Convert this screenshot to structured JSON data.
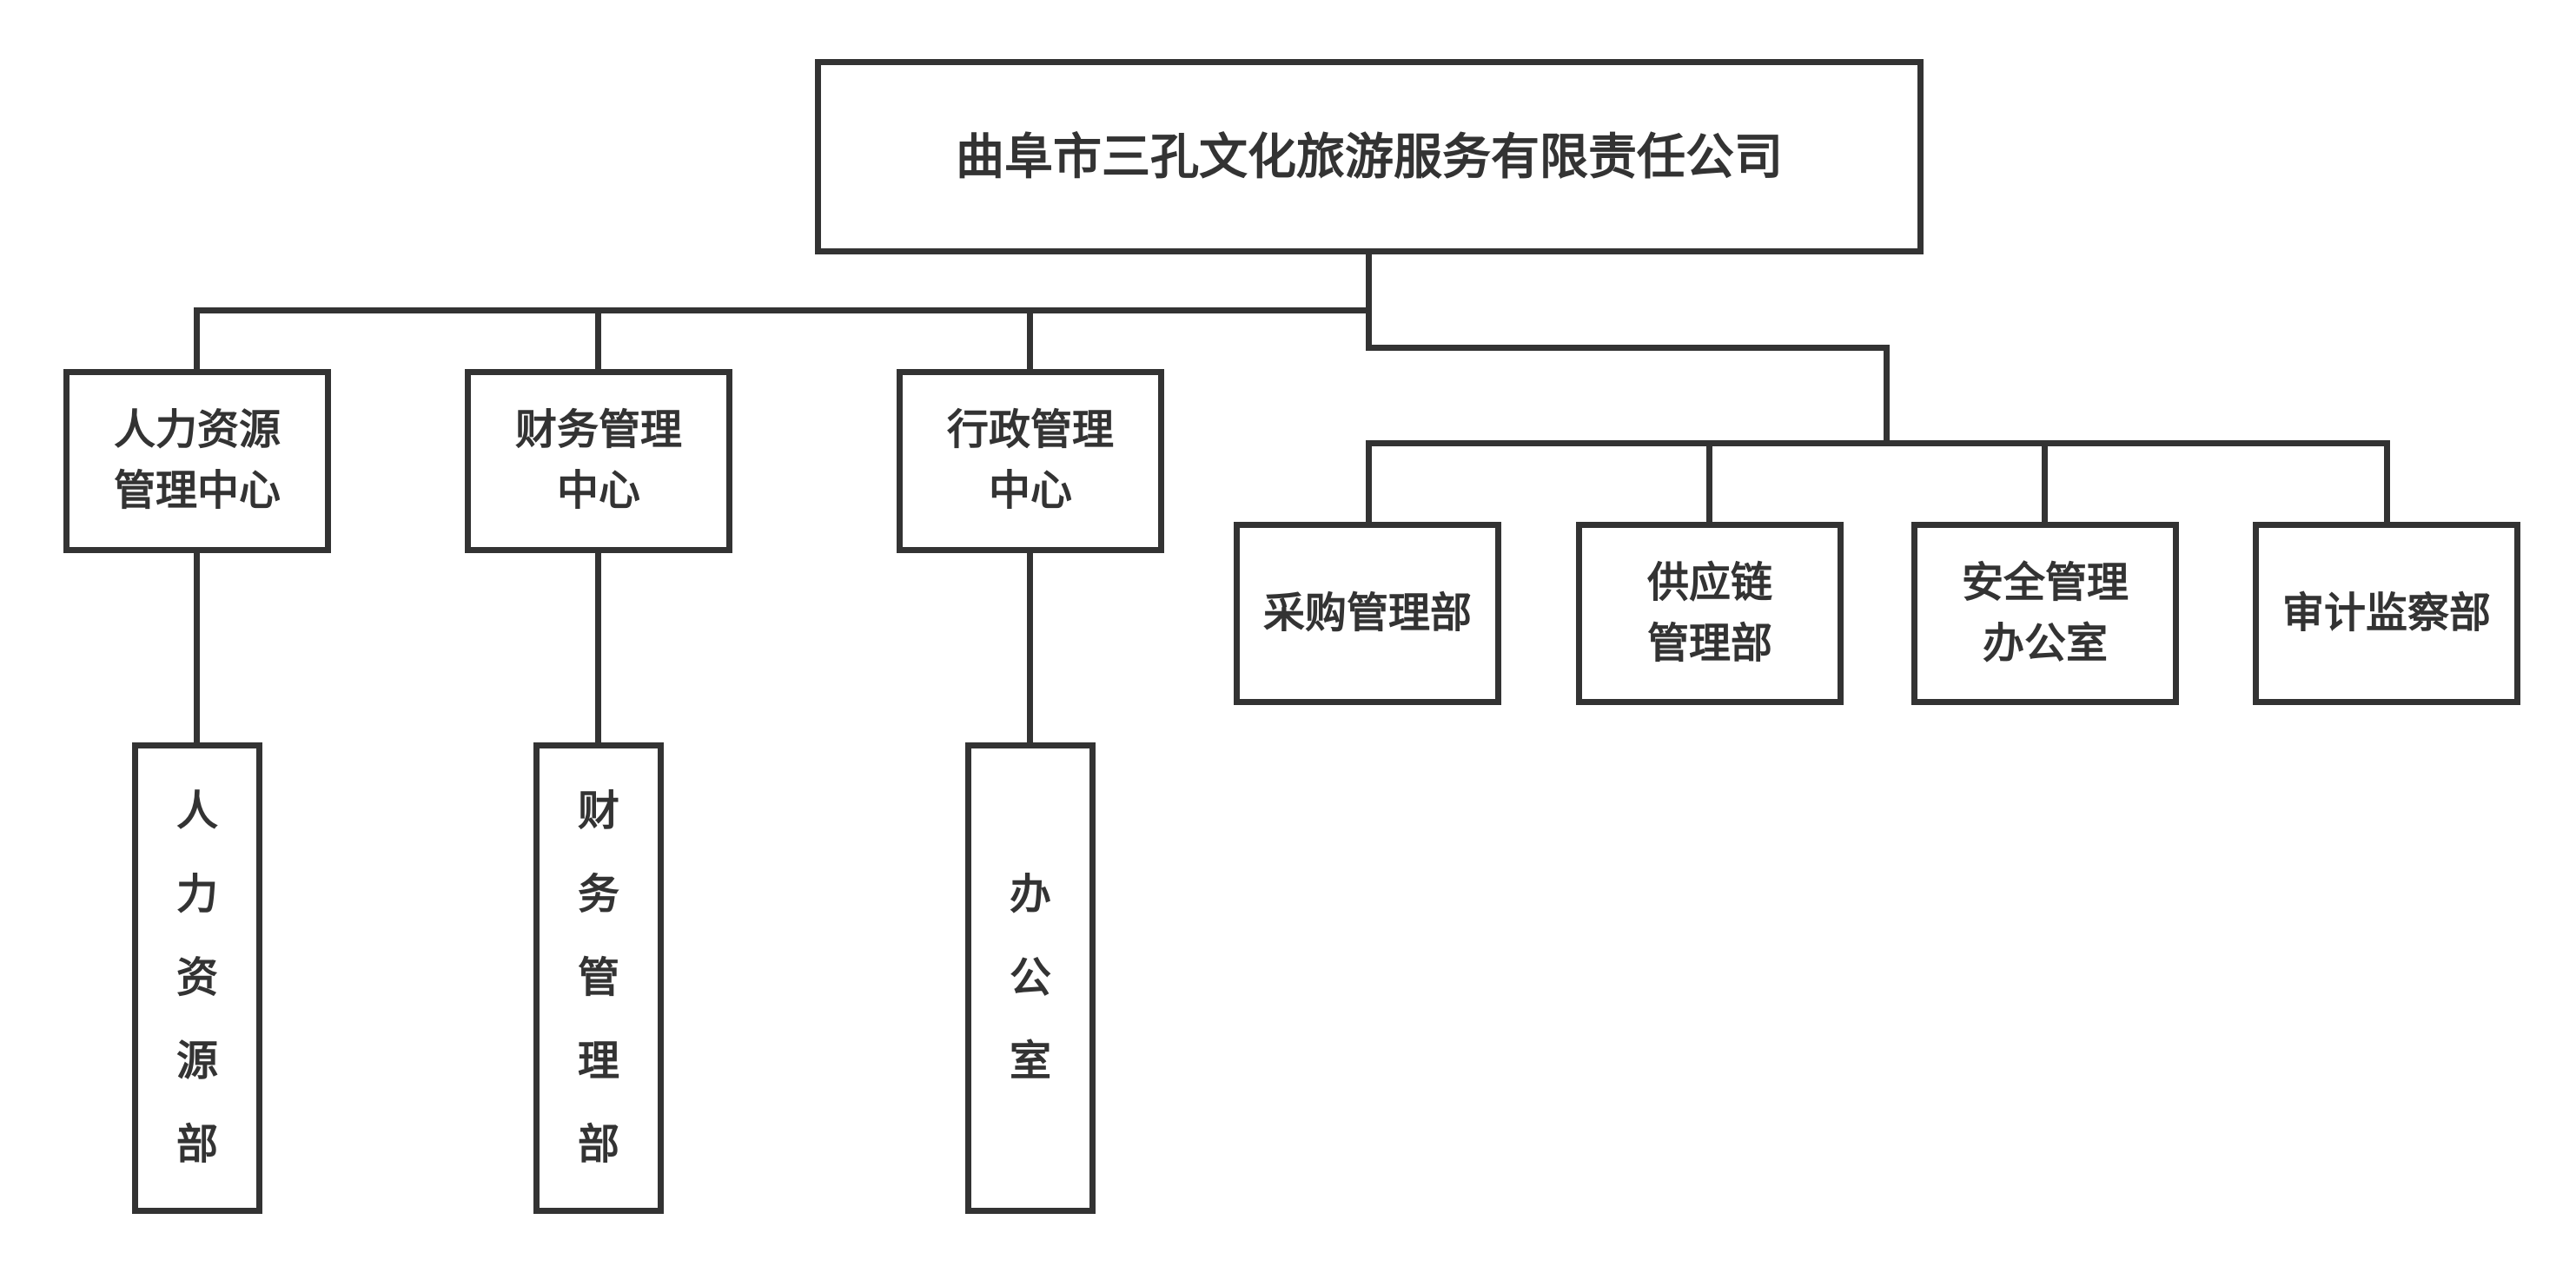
{
  "diagram": {
    "type": "org-chart",
    "background_color": "#ffffff",
    "line_color": "#333333",
    "text_color": "#333333",
    "nodes": {
      "root": {
        "label": "曲阜市三孔文化旅游服务有限责任公司"
      },
      "hr_center": {
        "label": "人力资源\n管理中心"
      },
      "fin_center": {
        "label": "财务管理\n中心"
      },
      "admin_center": {
        "label": "行政管理\n中心"
      },
      "procurement": {
        "label": "采购管理部"
      },
      "supply_chain": {
        "label": "供应链\n管理部"
      },
      "safety": {
        "label": "安全管理\n办公室"
      },
      "audit": {
        "label": "审计监察部"
      },
      "hr_dept": {
        "label": "人力资源部",
        "text_orientation": "vertical"
      },
      "fin_dept": {
        "label": "财务管理部",
        "text_orientation": "vertical"
      },
      "office": {
        "label": "办公室",
        "text_orientation": "vertical"
      }
    },
    "edges": [
      {
        "parent": "root",
        "child": "hr_center"
      },
      {
        "parent": "root",
        "child": "fin_center"
      },
      {
        "parent": "root",
        "child": "admin_center"
      },
      {
        "parent": "root",
        "child": "procurement"
      },
      {
        "parent": "root",
        "child": "supply_chain"
      },
      {
        "parent": "root",
        "child": "safety"
      },
      {
        "parent": "root",
        "child": "audit"
      },
      {
        "parent": "hr_center",
        "child": "hr_dept"
      },
      {
        "parent": "fin_center",
        "child": "fin_dept"
      },
      {
        "parent": "admin_center",
        "child": "office"
      }
    ]
  }
}
